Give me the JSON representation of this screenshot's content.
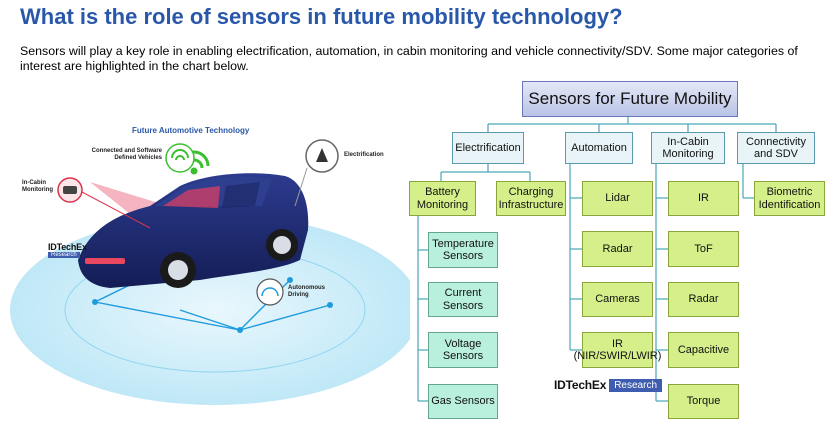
{
  "title": "What is the role of sensors in future mobility technology?",
  "intro": "Sensors will play a key role in enabling electrification, automation, in cabin monitoring and vehicle connectivity/SDV. Some major categories of interest are highlighted in the chart below.",
  "illustration": {
    "heading": "Future Automotive Technology",
    "label_connected": "Connected and Software Defined Vehicles",
    "label_electrification": "Electrification",
    "label_incabin": "In-Cabin Monitoring",
    "label_autonomous": "Autonomous Driving",
    "logo_brand": "IDTechEx",
    "logo_tag": "Research",
    "colors": {
      "car": "#1d2a6b",
      "ground": "#bfe8f7",
      "accent_green": "#3bbf2f",
      "accent_red": "#d9344c"
    }
  },
  "diagram": {
    "root": "Sensors for Future Mobility",
    "categories": [
      {
        "label": "Electrification",
        "subgroups": [
          {
            "label": "Battery Monitoring",
            "children": [
              "Temperature Sensors",
              "Current Sensors",
              "Voltage Sensors",
              "Gas Sensors"
            ]
          },
          {
            "label": "Charging Infrastructure",
            "children": []
          }
        ]
      },
      {
        "label": "Automation",
        "children": [
          "Lidar",
          "Radar",
          "Cameras",
          "IR (NIR/SWIR/LWIR)"
        ]
      },
      {
        "label": "In-Cabin Monitoring",
        "children": [
          "IR",
          "ToF",
          "Radar",
          "Capacitive",
          "Torque"
        ]
      },
      {
        "label": "Connectivity and SDV",
        "children": [
          "Biometric Identification"
        ]
      }
    ],
    "logo_brand": "IDTechEx",
    "logo_tag": "Research",
    "colors": {
      "root": "#c7cfec",
      "category": "#e8f4f7",
      "green": "#d5f08a",
      "mint": "#b9f0dd",
      "line": "#4aa6b8"
    }
  }
}
